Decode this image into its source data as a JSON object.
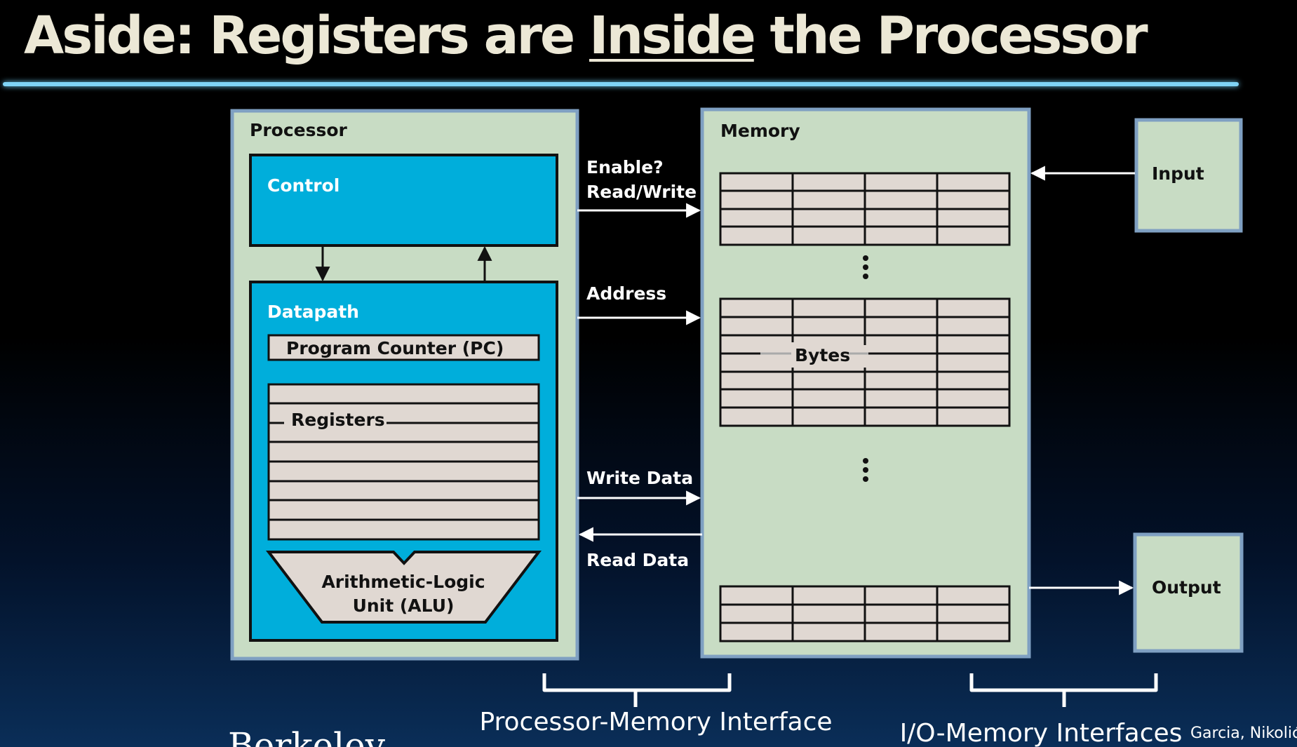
{
  "slide": {
    "title_prefix": "Aside: Registers are ",
    "title_emph": "Inside",
    "title_suffix": " the Processor",
    "berkeley_fragment": "Berkeley",
    "credit": "Garcia, Nikolić"
  },
  "diagram": {
    "processor_label": "Processor",
    "control_label": "Control",
    "datapath_label": "Datapath",
    "pc_label": "Program Counter (PC)",
    "registers_label": "Registers",
    "alu_line1": "Arithmetic-Logic",
    "alu_line2": "Unit (ALU)",
    "memory_label": "Memory",
    "bytes_label": "Bytes",
    "input_label": "Input",
    "output_label": "Output",
    "sig_enable": "Enable?",
    "sig_readwrite": "Read/Write",
    "sig_address": "Address",
    "sig_writedata": "Write Data",
    "sig_readdata": "Read Data",
    "brace_left": "Processor-Memory Interface",
    "brace_right": "I/O-Memory Interfaces"
  },
  "colors": {
    "box_fill": "#c8dcc4",
    "box_border": "#7fa0c2",
    "cyan": "#00aedb",
    "cell_fill": "#e0d8d2",
    "title_text": "#ece8d6",
    "rule": "#7fd3f5"
  }
}
